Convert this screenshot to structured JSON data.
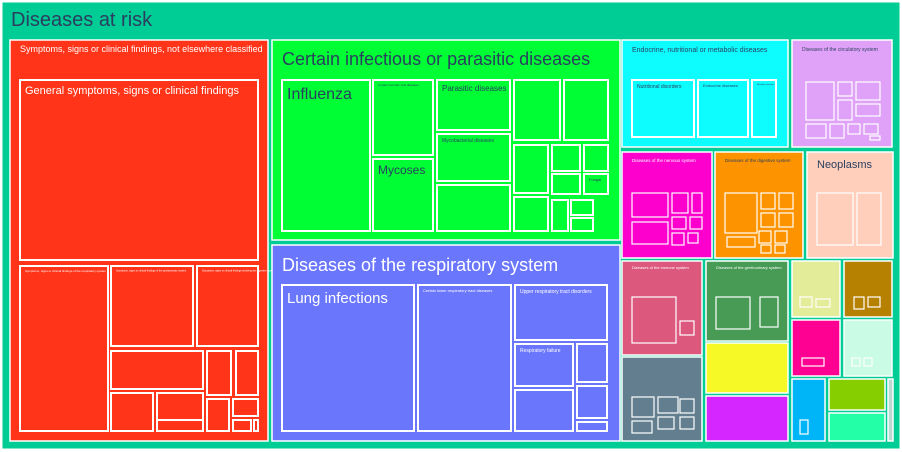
{
  "chart_data": {
    "type": "treemap",
    "title": "Diseases at risk",
    "root_color": "#00cc96",
    "groups": [
      {
        "name": "Symptoms, signs or clinical findings, not elsewhere classified",
        "color": "#ff3419",
        "children": [
          {
            "name": "General symptoms, signs or clinical findings"
          },
          {
            "name": "Symptoms, signs or clinical findings of the respiratory system"
          },
          {
            "name": "Symptoms, signs or clinical findings of the genitourinary system"
          },
          {
            "name": "Symptoms, signs or clinical findings involving the digestive system"
          },
          {
            "name": ""
          },
          {
            "name": ""
          },
          {
            "name": ""
          },
          {
            "name": ""
          },
          {
            "name": ""
          },
          {
            "name": ""
          },
          {
            "name": ""
          },
          {
            "name": ""
          },
          {
            "name": ""
          },
          {
            "name": ""
          }
        ]
      },
      {
        "name": "Certain infectious or parasitic diseases",
        "color": "#00fe35",
        "children": [
          {
            "name": "Influenza"
          },
          {
            "name": "Certain zoonotic viral diseases"
          },
          {
            "name": "Mycoses"
          },
          {
            "name": "Parasitic diseases"
          },
          {
            "name": "Mycobacterial diseases"
          },
          {
            "name": ""
          },
          {
            "name": ""
          },
          {
            "name": ""
          },
          {
            "name": ""
          },
          {
            "name": ""
          },
          {
            "name": ""
          },
          {
            "name": ""
          },
          {
            "name": "Fungal"
          },
          {
            "name": ""
          },
          {
            "name": ""
          },
          {
            "name": ""
          },
          {
            "name": ""
          }
        ]
      },
      {
        "name": "Diseases of the respiratory system",
        "color": "#6a76fc",
        "children": [
          {
            "name": "Lung infections"
          },
          {
            "name": "Certain lower respiratory tract diseases"
          },
          {
            "name": "Upper respiratory tract disorders"
          },
          {
            "name": "Respiratory failure"
          },
          {
            "name": ""
          },
          {
            "name": ""
          },
          {
            "name": ""
          },
          {
            "name": ""
          }
        ]
      },
      {
        "name": "Endocrine, nutritional or metabolic diseases",
        "color": "#0dfdfe",
        "children": [
          {
            "name": "Nutritional disorders"
          },
          {
            "name": "Endocrine diseases"
          },
          {
            "name": "Metabolic disorders"
          }
        ]
      },
      {
        "name": "Diseases of the circulatory system",
        "color": "#e0a2f8",
        "children": []
      },
      {
        "name": "Diseases of the nervous system",
        "color": "#fe00ce",
        "children": []
      },
      {
        "name": "Diseases of the digestive system",
        "color": "#fe9300",
        "children": []
      },
      {
        "name": "Neoplasms",
        "color": "#ffcfbc",
        "children": []
      },
      {
        "name": "Diseases of the immune system",
        "color": "#dc587d",
        "children": []
      },
      {
        "name": "Diseases of the genitourinary system",
        "color": "#479b55",
        "children": []
      },
      {
        "name": "",
        "color": "#e2ec99",
        "children": []
      },
      {
        "name": "",
        "color": "#b68100",
        "children": []
      },
      {
        "name": "",
        "color": "#f6f926",
        "children": []
      },
      {
        "name": "",
        "color": "#fe0092",
        "children": []
      },
      {
        "name": "",
        "color": "#c9fbe5",
        "children": []
      },
      {
        "name": "",
        "color": "#637f8f",
        "children": []
      },
      {
        "name": "",
        "color": "#d626ff",
        "children": []
      },
      {
        "name": "",
        "color": "#00b5f7",
        "children": []
      },
      {
        "name": "",
        "color": "#86ce00",
        "children": []
      },
      {
        "name": "",
        "color": "#22ffa7",
        "children": []
      },
      {
        "name": "",
        "color": "#bcd6d1",
        "children": []
      }
    ]
  }
}
